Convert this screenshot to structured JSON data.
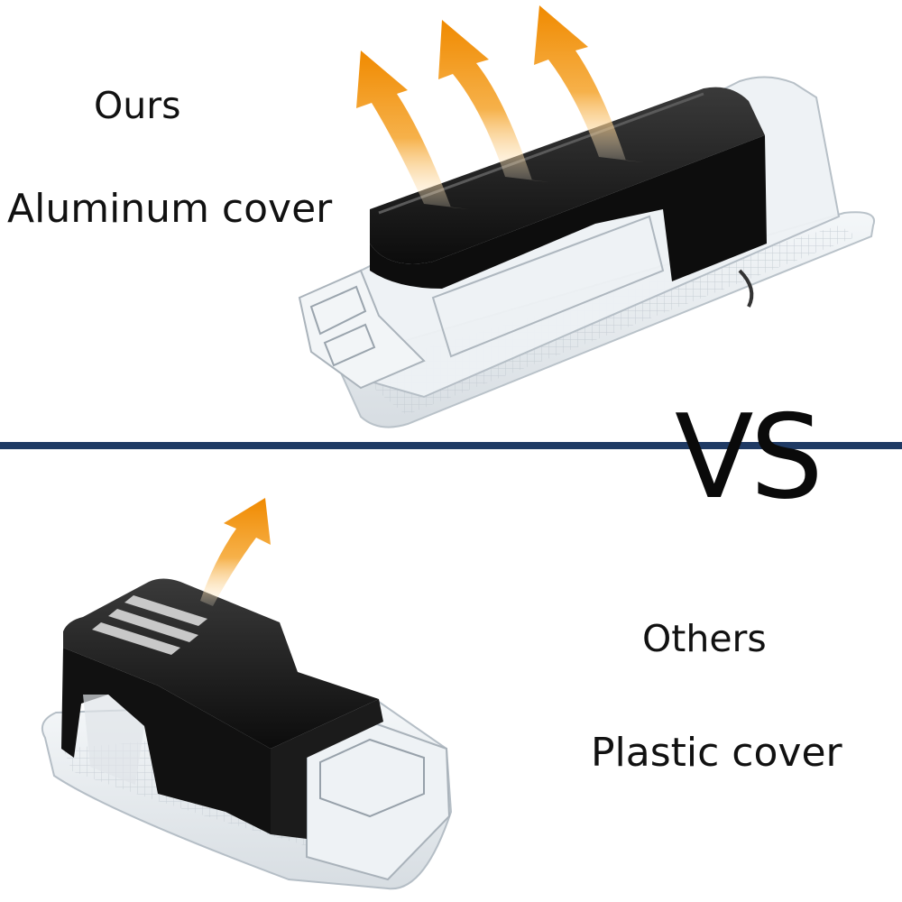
{
  "top": {
    "brand_label": "Ours",
    "material_label": "Aluminum cover"
  },
  "divider": {
    "vs_label": "VS",
    "color": "#1f3a64"
  },
  "bottom": {
    "brand_label": "Others",
    "material_label": "Plastic cover"
  },
  "colors": {
    "arrow_orange": "#f39a12",
    "cover_black": "#111111",
    "clear_plastic": "#e9eef2"
  },
  "icons": [
    "heat-arrow-icon"
  ]
}
